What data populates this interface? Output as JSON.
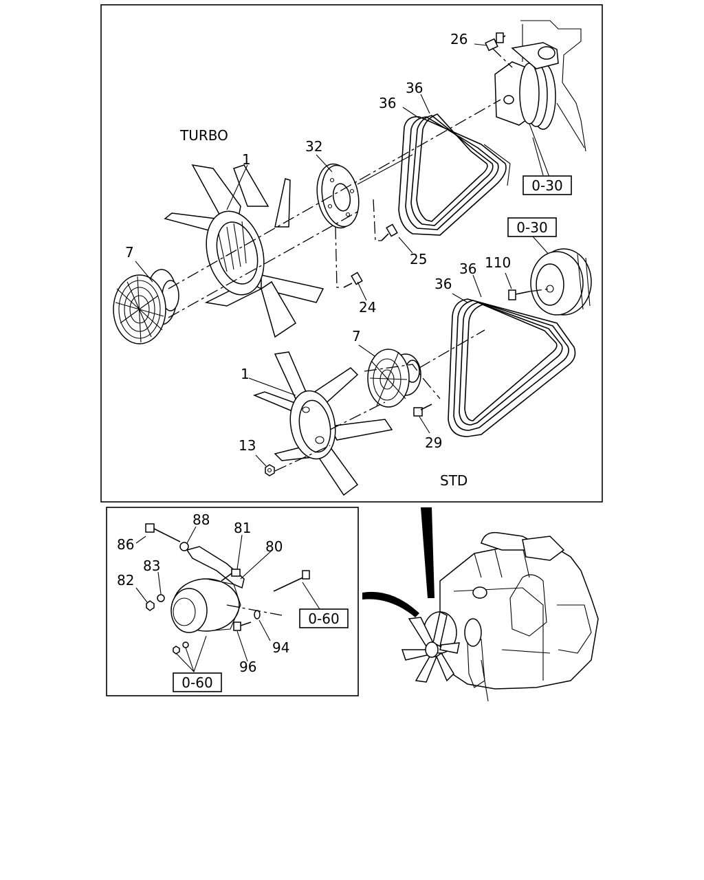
{
  "main_diagram": {
    "variants": {
      "turbo": "TURBO",
      "std": "STD"
    },
    "callouts": {
      "c26": "26",
      "c36a": "36",
      "c36b": "36",
      "c32": "32",
      "c1a": "1",
      "c7a": "7",
      "c25": "25",
      "c24": "24",
      "c110": "110",
      "c36c": "36",
      "c36d": "36",
      "c7b": "7",
      "c1b": "1",
      "c29": "29",
      "c13": "13"
    },
    "refs": {
      "ref_pump": "0-30",
      "ref_pulley": "0-30"
    }
  },
  "inset_diagram": {
    "callouts": {
      "c88": "88",
      "c81": "81",
      "c86": "86",
      "c80": "80",
      "c83": "83",
      "c82": "82",
      "c94": "94",
      "c96": "96"
    },
    "refs": {
      "ref_right": "0-60",
      "ref_bottom": "0-60"
    }
  }
}
